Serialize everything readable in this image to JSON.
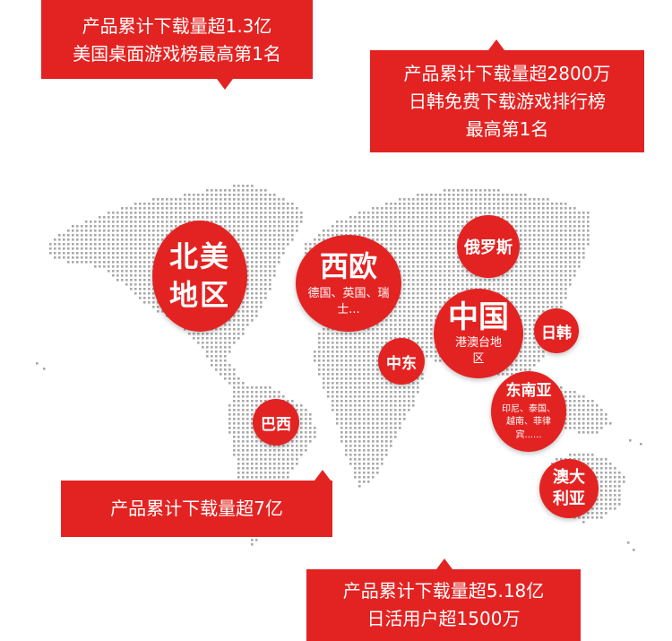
{
  "colors": {
    "accent": "#e32322",
    "dots": "#a8a8a8",
    "text_on_accent": "#ffffff"
  },
  "callouts": {
    "top_left": {
      "lines": [
        "产品累计下载量超1.3亿",
        "美国桌面游戏榜最高第1名"
      ]
    },
    "top_right": {
      "lines": [
        "产品累计下载量超2800万",
        "日韩免费下载游戏排行榜",
        "最高第1名"
      ]
    },
    "bottom_left": {
      "lines": [
        "产品累计下载量超7亿"
      ]
    },
    "bottom_right": {
      "lines": [
        "产品累计下载量超5.18亿",
        "日活用户超1500万"
      ]
    }
  },
  "regions": {
    "north_america": {
      "line1": "北美",
      "line2": "地区"
    },
    "west_europe": {
      "title": "西欧",
      "sub": "德国、英国、瑞士..."
    },
    "russia": {
      "title": "俄罗斯"
    },
    "china": {
      "title": "中国",
      "sub": "港澳台地区"
    },
    "japan_korea": {
      "title": "日韩"
    },
    "middle_east": {
      "title": "中东"
    },
    "southeast_asia": {
      "title": "东南亚",
      "sub": "印尼、泰国、越南、菲律宾......"
    },
    "brazil": {
      "title": "巴西"
    },
    "australia": {
      "title": "澳大利亚"
    }
  }
}
